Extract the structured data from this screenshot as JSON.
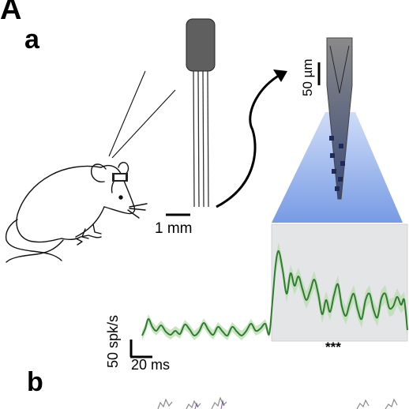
{
  "panel_labels": {
    "main": "A",
    "sub_a": "a",
    "sub_b": "b"
  },
  "scale_bars": {
    "probe_length": "1 mm",
    "tip_length": "50 µm",
    "firing_rate": "50 spk/s",
    "time": "20 ms"
  },
  "significance": "***",
  "colors": {
    "trace": "#2e7d2e",
    "trace_error_band": "#b9dbb0",
    "stimulus_window": "#e3e5e7",
    "light_cone": "#7a9de6",
    "probe_body": "#5f5f5f"
  }
}
